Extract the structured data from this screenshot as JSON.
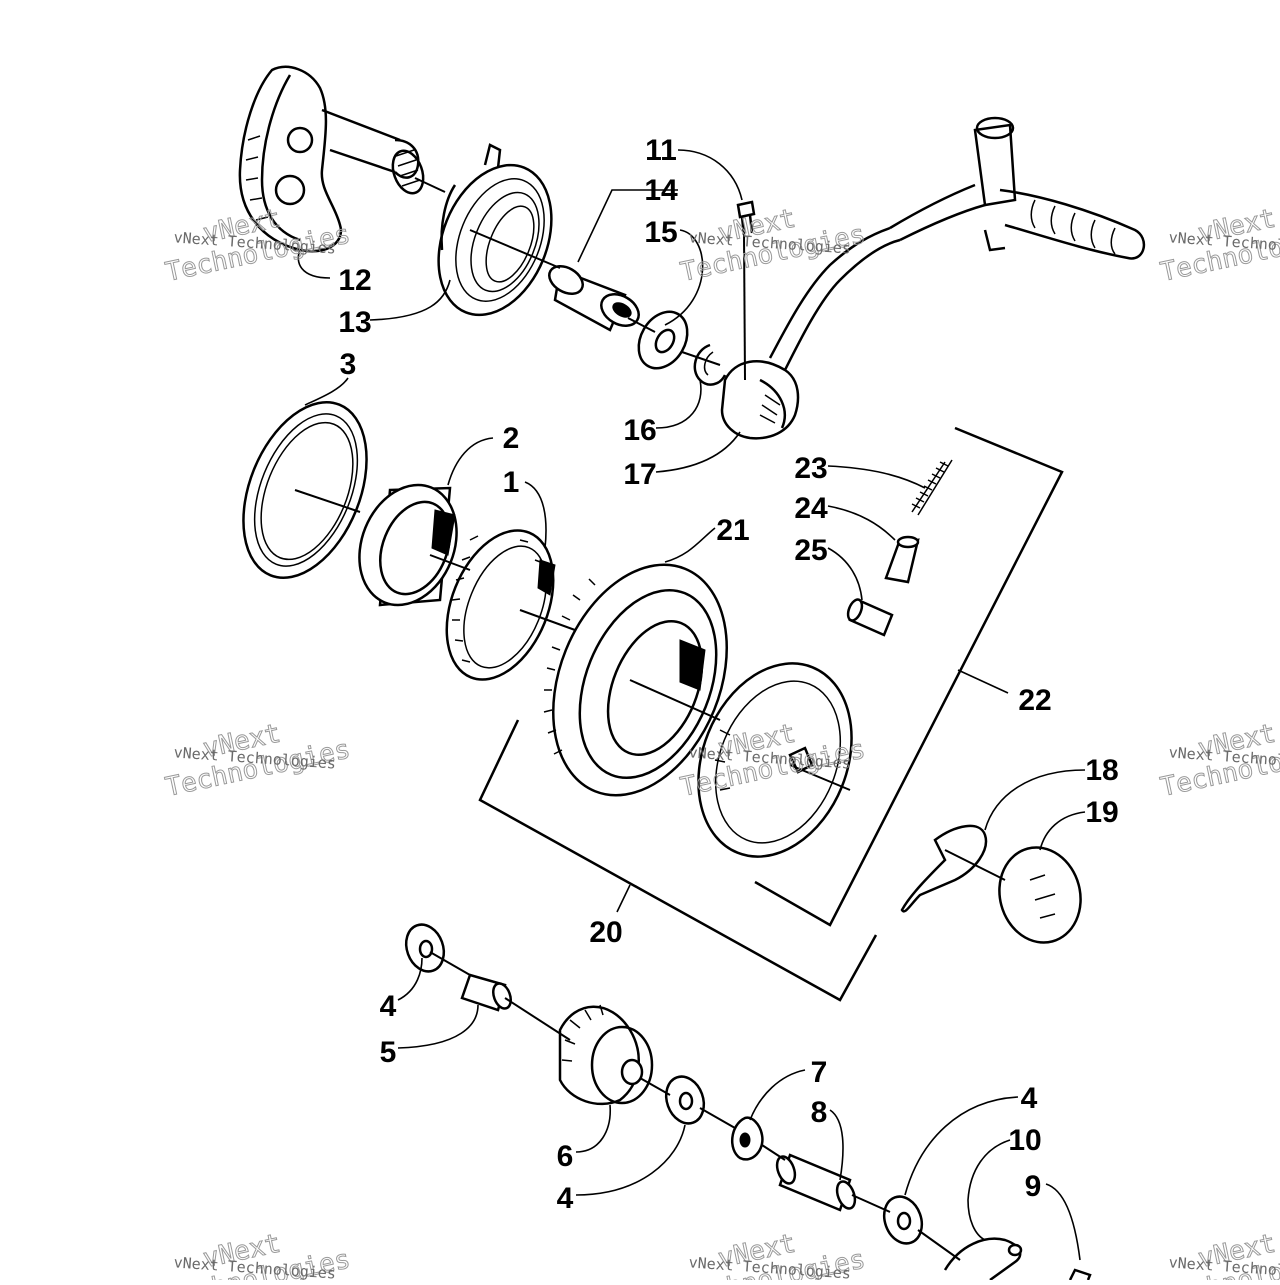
{
  "diagram": {
    "callouts": [
      {
        "id": "c1",
        "text": "1"
      },
      {
        "id": "c2",
        "text": "2"
      },
      {
        "id": "c3",
        "text": "3"
      },
      {
        "id": "c4a",
        "text": "4"
      },
      {
        "id": "c4b",
        "text": "4"
      },
      {
        "id": "c4c",
        "text": "4"
      },
      {
        "id": "c5",
        "text": "5"
      },
      {
        "id": "c6",
        "text": "6"
      },
      {
        "id": "c7",
        "text": "7"
      },
      {
        "id": "c8",
        "text": "8"
      },
      {
        "id": "c9",
        "text": "9"
      },
      {
        "id": "c10",
        "text": "10"
      },
      {
        "id": "c11",
        "text": "11"
      },
      {
        "id": "c12",
        "text": "12"
      },
      {
        "id": "c13",
        "text": "13"
      },
      {
        "id": "c14",
        "text": "14"
      },
      {
        "id": "c15",
        "text": "15"
      },
      {
        "id": "c16",
        "text": "16"
      },
      {
        "id": "c17",
        "text": "17"
      },
      {
        "id": "c18",
        "text": "18"
      },
      {
        "id": "c19",
        "text": "19"
      },
      {
        "id": "c20",
        "text": "20"
      },
      {
        "id": "c21",
        "text": "21"
      },
      {
        "id": "c22",
        "text": "22"
      },
      {
        "id": "c23",
        "text": "23"
      },
      {
        "id": "c24",
        "text": "24"
      },
      {
        "id": "c25",
        "text": "25"
      }
    ]
  },
  "watermark": {
    "brand_line1": "vNext",
    "brand_line2": "Technologies",
    "caption": "vNext Technologies"
  },
  "colors": {
    "ink": "#000000",
    "paper": "#ffffff",
    "watermark": "#9a9a9a"
  }
}
